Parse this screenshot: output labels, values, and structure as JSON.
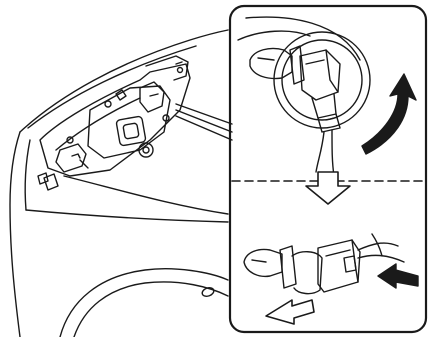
{
  "diagram": {
    "kind": "headlight-bulb-replacement-illustration",
    "colors": {
      "line": "#1a1a1a",
      "background": "#ffffff",
      "arrow_fill": "#1a1a1a",
      "arrow_outline_fill": "#ffffff"
    },
    "icons": [
      "car-front-outline",
      "headlight-assembly",
      "bulb-connector",
      "rotate-arrow",
      "down-arrow",
      "press-arrow",
      "pull-arrow"
    ]
  }
}
